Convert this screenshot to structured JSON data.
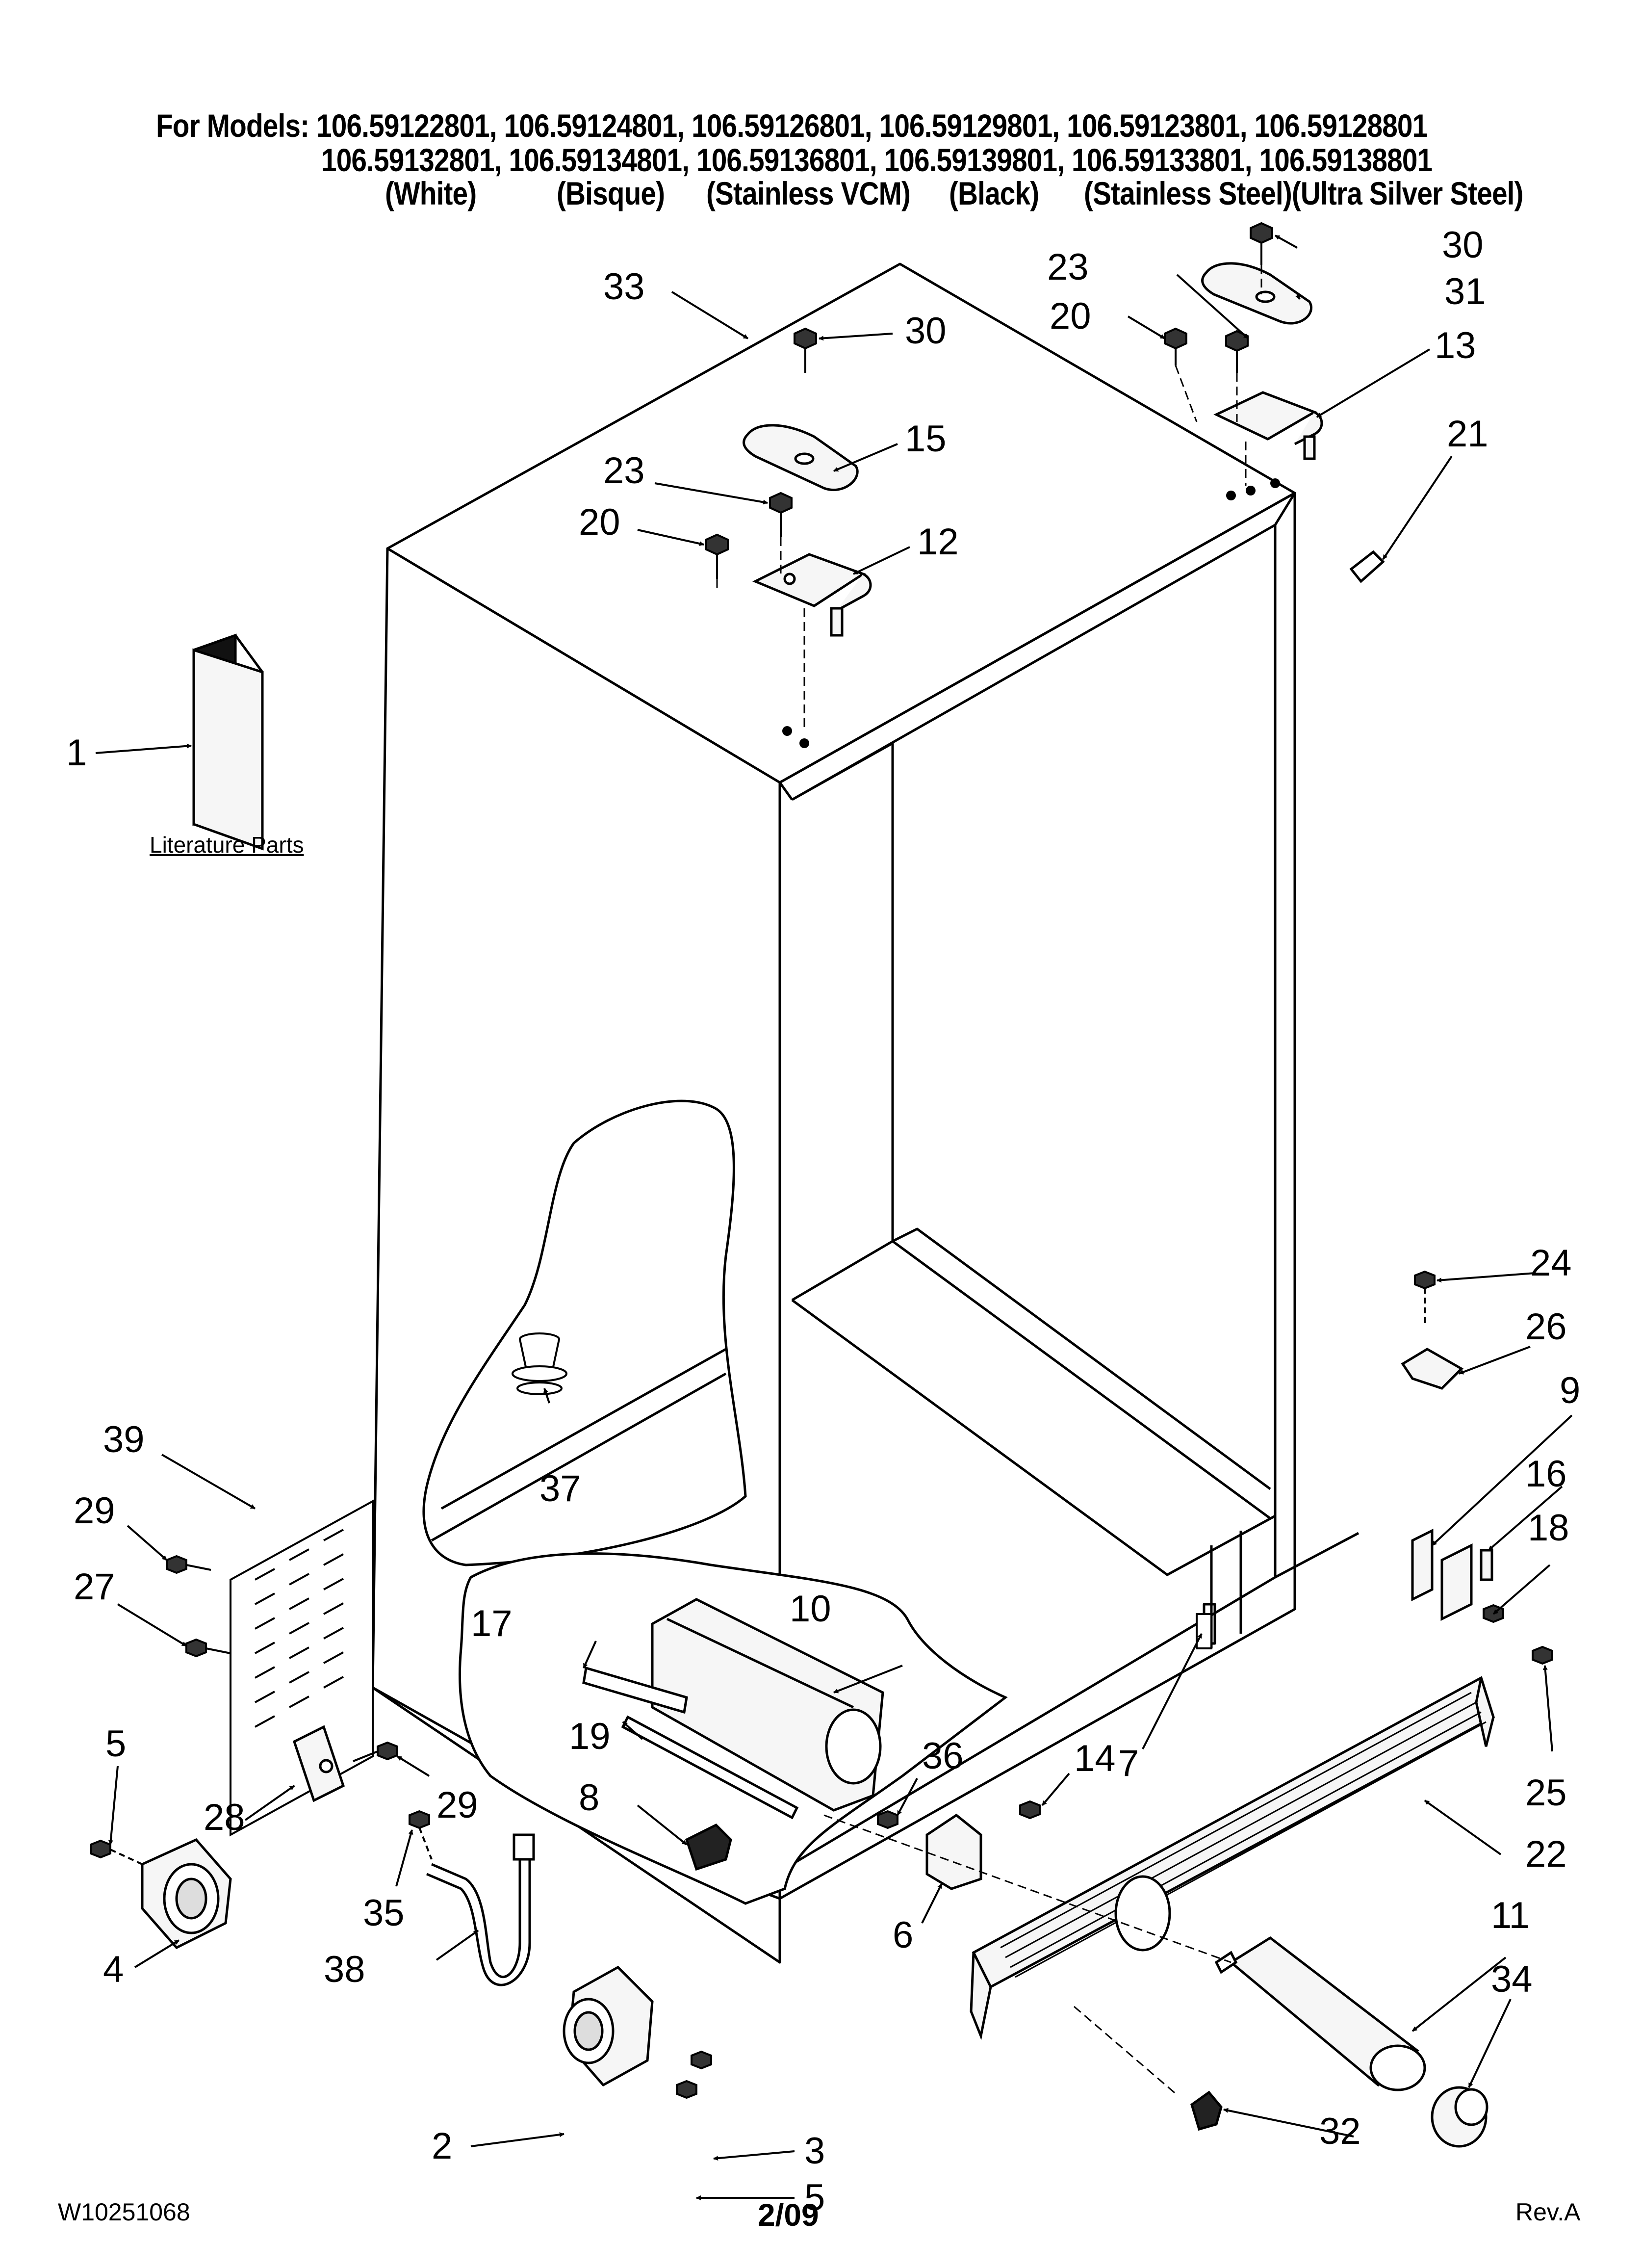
{
  "header": {
    "line1": "For Models: 106.59122801, 106.59124801, 106.59126801, 106.59129801, 106.59123801, 106.59128801",
    "line2": "106.59132801, 106.59134801, 106.59136801, 106.59139801, 106.59133801, 106.59138801",
    "finishes": [
      "(White)",
      "(Bisque)",
      "(Stainless VCM)",
      "(Black)",
      "(Stainless Steel)(Ultra Silver Steel)"
    ]
  },
  "literature_caption": "Literature Parts",
  "callouts": [
    "1",
    "2",
    "3",
    "4",
    "5",
    "5",
    "6",
    "7",
    "8",
    "9",
    "10",
    "11",
    "12",
    "13",
    "14",
    "15",
    "16",
    "17",
    "18",
    "19",
    "20",
    "20",
    "21",
    "22",
    "23",
    "23",
    "24",
    "25",
    "26",
    "27",
    "28",
    "29",
    "29",
    "30",
    "30",
    "31",
    "32",
    "33",
    "34",
    "35",
    "36",
    "37",
    "38",
    "39"
  ],
  "footer": {
    "doc_number": "W10251068",
    "date": "2/09",
    "revision": "Rev.A"
  },
  "colors": {
    "line": "#000000",
    "background": "#ffffff",
    "part_fill": "#f2f2f2"
  }
}
